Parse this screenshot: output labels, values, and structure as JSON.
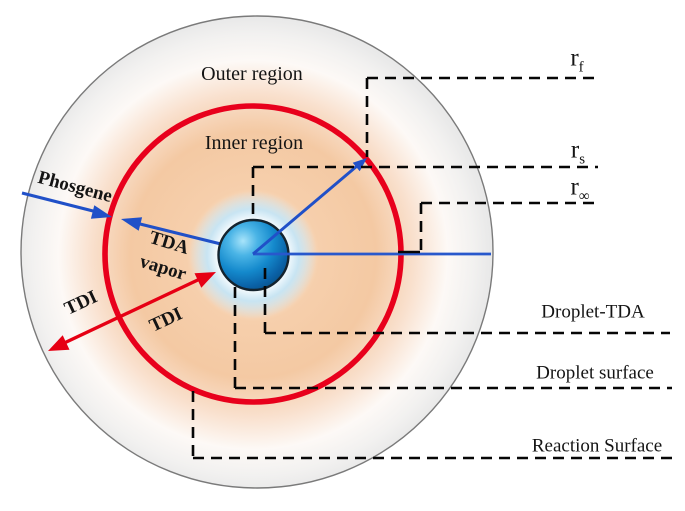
{
  "figure": {
    "regions": {
      "outer_label": "Outer region",
      "inner_label": "Inner region"
    },
    "flows": {
      "phosgene_label": "Phosgene",
      "tda_label": "TDA",
      "tda_vapor_label": "vapor",
      "tdi_outer_label": "TDI",
      "tdi_inner_label": "TDI"
    },
    "radius_markers": {
      "flame": {
        "base": "r",
        "sub": "f"
      },
      "surface": {
        "base": "r",
        "sub": "s"
      },
      "infinity": {
        "base": "r",
        "sub": "∞"
      }
    },
    "surface_labels": {
      "droplet_tda": "Droplet-TDA",
      "droplet_surface": "Droplet surface",
      "reaction_surface": "Reaction Surface"
    },
    "colors": {
      "phosgene_arrow_blue": "#2050c8",
      "tdi_arrow_red": "#e60014",
      "reaction_circle_red": "#e8001c",
      "inner_region_fill": "#f5cba6",
      "droplet_blue": "#1489cc",
      "dashed_line": "#060606"
    }
  }
}
